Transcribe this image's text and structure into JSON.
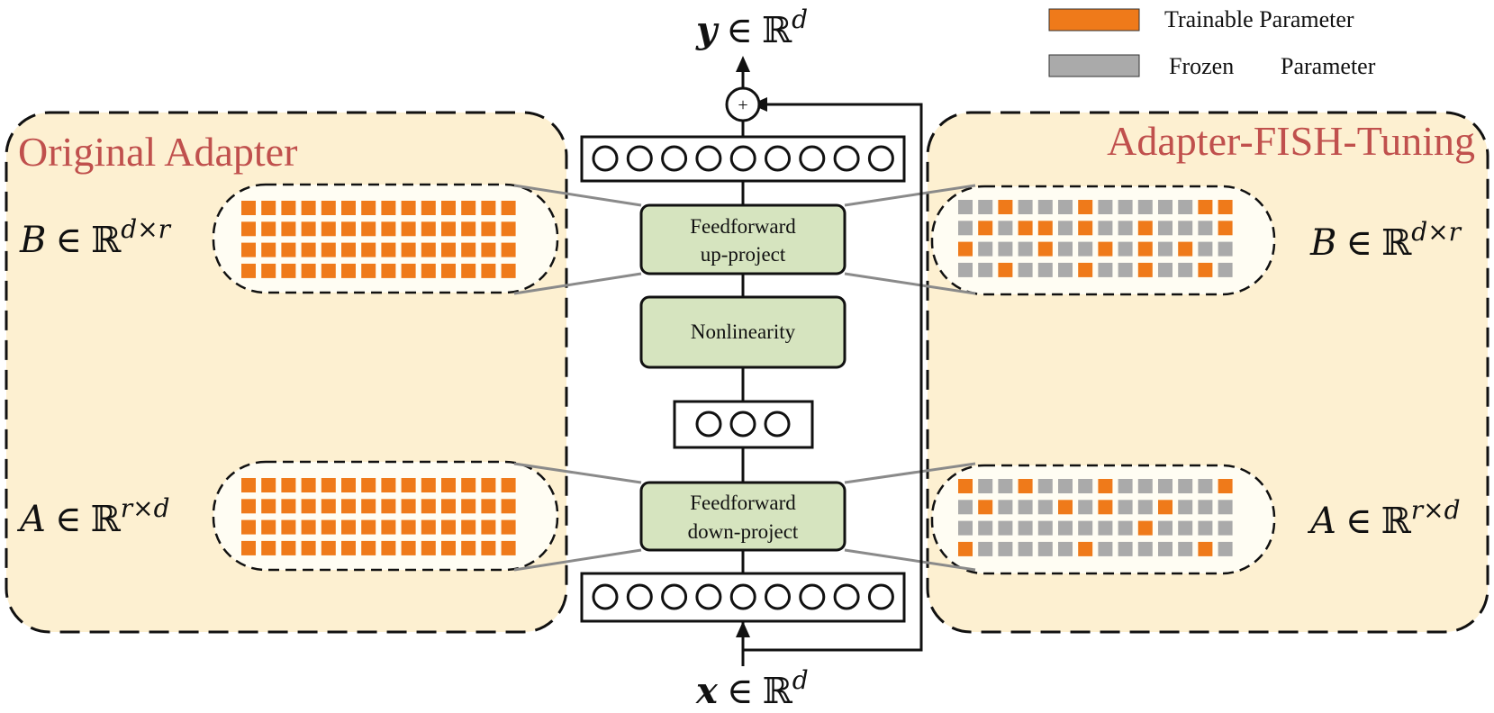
{
  "legend": {
    "trainable": "Trainable Parameter",
    "frozen": "Frozen",
    "frozen_param": "Parameter"
  },
  "colors": {
    "trainable": "#ef7a1a",
    "frozen": "#aaaaaa",
    "panel_fill": "#fdf0d1",
    "block_fill": "#d6e4bf",
    "title_red": "#c0504d"
  },
  "left_panel": {
    "title": "Original Adapter"
  },
  "right_panel": {
    "title": "Adapter-FISH-Tuning"
  },
  "blocks": {
    "up": [
      "Feedforward",
      "up-project"
    ],
    "nonlin": "Nonlinearity",
    "down": [
      "Feedforward",
      "down-project"
    ]
  },
  "labels": {
    "y": "y",
    "x": "x",
    "in": "∈",
    "R": "ℝ",
    "d": "d",
    "dxr": "d×r",
    "rxd": "r×d",
    "B": "B",
    "A": "A",
    "plus": "+"
  },
  "matrices": {
    "left_B": {
      "kind": "all-trainable"
    },
    "left_A": {
      "kind": "all-trainable"
    },
    "right_B": {
      "trainable_cells": [
        [
          0,
          2
        ],
        [
          0,
          6
        ],
        [
          0,
          12
        ],
        [
          0,
          13
        ],
        [
          1,
          1
        ],
        [
          1,
          3
        ],
        [
          1,
          4
        ],
        [
          1,
          6
        ],
        [
          1,
          9
        ],
        [
          1,
          13
        ],
        [
          2,
          0
        ],
        [
          2,
          4
        ],
        [
          2,
          7
        ],
        [
          2,
          9
        ],
        [
          2,
          11
        ],
        [
          3,
          2
        ],
        [
          3,
          6
        ],
        [
          3,
          9
        ],
        [
          3,
          12
        ]
      ]
    },
    "right_A": {
      "trainable_cells": [
        [
          0,
          0
        ],
        [
          0,
          3
        ],
        [
          0,
          7
        ],
        [
          0,
          13
        ],
        [
          1,
          1
        ],
        [
          1,
          5
        ],
        [
          1,
          7
        ],
        [
          1,
          10
        ],
        [
          2,
          9
        ],
        [
          3,
          0
        ],
        [
          3,
          6
        ],
        [
          3,
          12
        ]
      ]
    }
  }
}
